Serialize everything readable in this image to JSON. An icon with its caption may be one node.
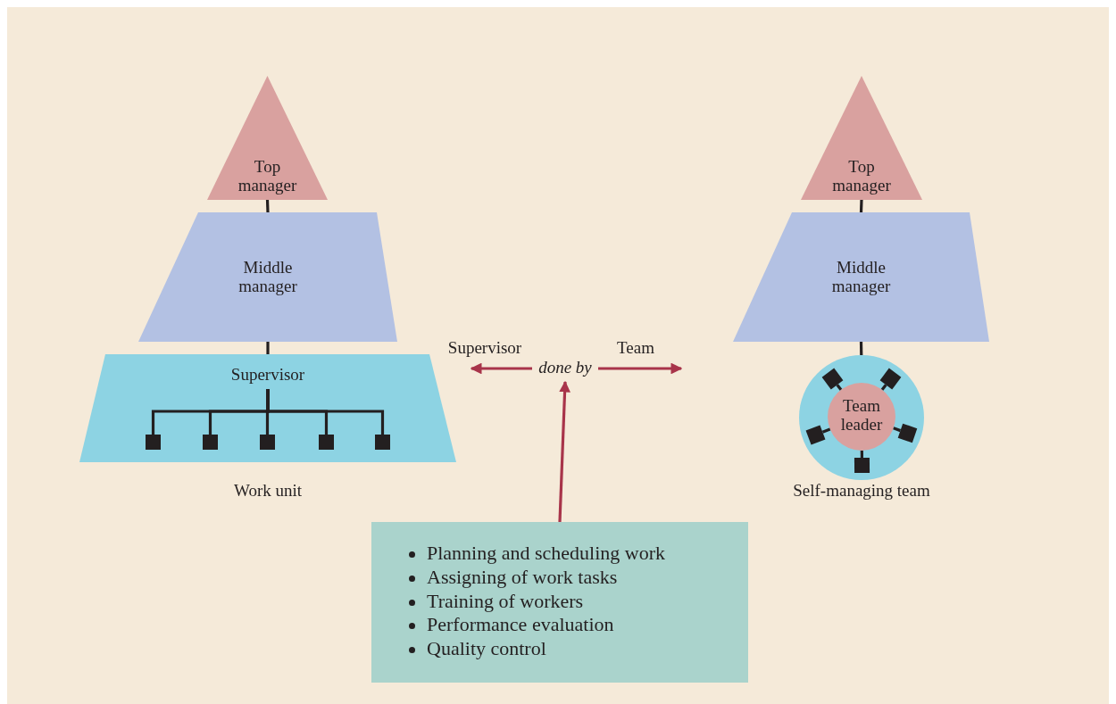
{
  "diagram": {
    "nodes": [
      {
        "text": [
          "Top manager"
        ]
      },
      {
        "text": [
          "Middle manager"
        ]
      },
      {
        "text": [],
        "shape": "trapezoid",
        "beside": [
          "Work unit"
        ]
      },
      {
        "text": [
          "Supervisor"
        ],
        "in": 2
      },
      {
        "text": [],
        "shape": "box",
        "in": 2
      },
      {
        "text": [],
        "shape": "box",
        "in": 2
      },
      {
        "text": [],
        "shape": "box",
        "in": 2
      },
      {
        "text": [],
        "shape": "box",
        "in": 2
      },
      {
        "text": [],
        "shape": "box",
        "in": 2
      },
      {
        "text": [
          "Top manager"
        ]
      },
      {
        "text": [
          "Middle manager"
        ]
      },
      {
        "text": [],
        "shape": "circle",
        "beside": [
          "Self-managing team"
        ]
      },
      {
        "text": [
          "Team leader"
        ],
        "in": 11
      },
      {
        "text": [],
        "shape": "box",
        "in": 11
      },
      {
        "text": [],
        "shape": "box",
        "in": 11
      },
      {
        "text": [],
        "shape": "box",
        "in": 11
      },
      {
        "text": [],
        "shape": "box",
        "in": 11
      },
      {
        "text": [],
        "shape": "box",
        "in": 11
      },
      {
        "text": [
          "done by"
        ]
      },
      {
        "text": [
          "Planning and scheduling work",
          "Assigning of work tasks",
          "Training of workers",
          "Performance evaluation",
          "Quality control"
        ]
      }
    ],
    "edges": [
      {
        "from": 0,
        "to": 1,
        "arrow": "none"
      },
      {
        "from": 1,
        "to": 2,
        "arrow": "none"
      },
      {
        "from": 3,
        "to": 4,
        "arrow": "none"
      },
      {
        "from": 3,
        "to": 5,
        "arrow": "none"
      },
      {
        "from": 3,
        "to": 6,
        "arrow": "none"
      },
      {
        "from": 3,
        "to": 7,
        "arrow": "none"
      },
      {
        "from": 3,
        "to": 8,
        "arrow": "none"
      },
      {
        "from": 9,
        "to": 10,
        "arrow": "none"
      },
      {
        "from": 10,
        "to": 11,
        "arrow": "none"
      },
      {
        "from": 12,
        "to": 13,
        "arrow": "none"
      },
      {
        "from": 12,
        "to": 14,
        "arrow": "none"
      },
      {
        "from": 12,
        "to": 15,
        "arrow": "none"
      },
      {
        "from": 12,
        "to": 16,
        "arrow": "none"
      },
      {
        "from": 12,
        "to": 17,
        "arrow": "none"
      },
      {
        "from": 18,
        "to": null,
        "arrow": "to",
        "label": "Supervisor",
        "color": "#a8344a"
      },
      {
        "from": 18,
        "to": null,
        "arrow": "to",
        "label": "Team",
        "color": "#a8344a"
      },
      {
        "from": 19,
        "to": 18,
        "arrow": "to",
        "color": "#a8344a"
      }
    ]
  }
}
